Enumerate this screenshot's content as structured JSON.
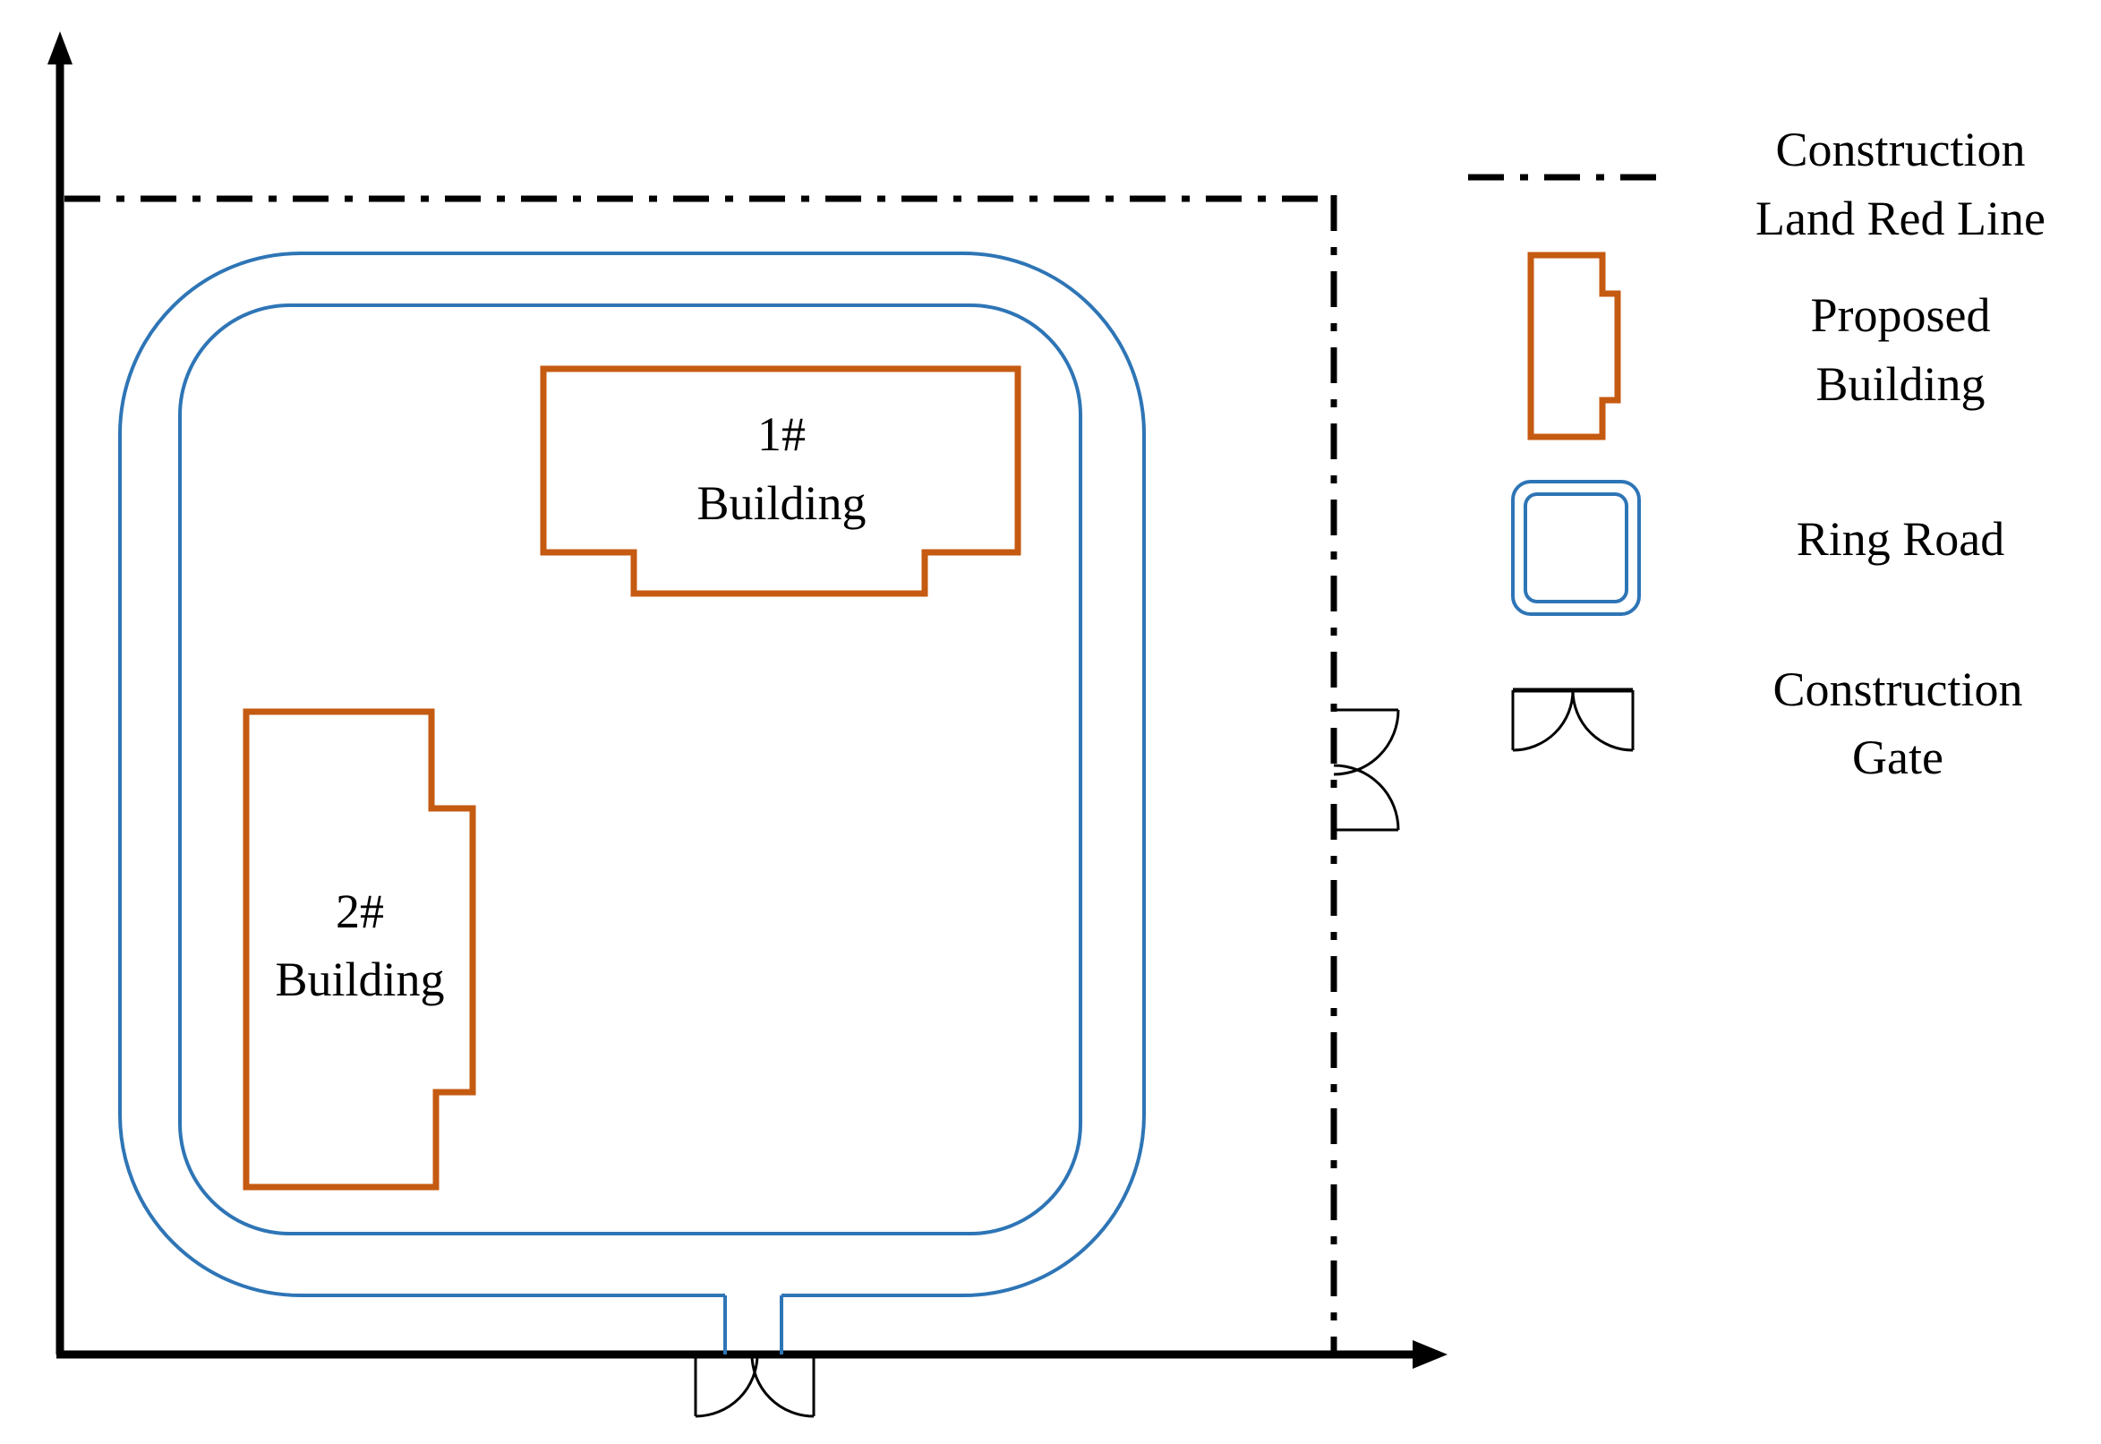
{
  "buildings": [
    {
      "line1": "1#",
      "line2": "Building"
    },
    {
      "line1": "2#",
      "line2": "Building"
    }
  ],
  "legend": {
    "red_line": {
      "line1": "Construction",
      "line2": "Land Red Line"
    },
    "proposed_building": {
      "line1": "Proposed",
      "line2": "Building"
    },
    "ring_road": {
      "label": "Ring Road"
    },
    "gate": {
      "line1": "Construction",
      "line2": "Gate"
    }
  },
  "colors": {
    "building": "#C55A11",
    "road": "#2E75B6",
    "line": "#000000"
  }
}
